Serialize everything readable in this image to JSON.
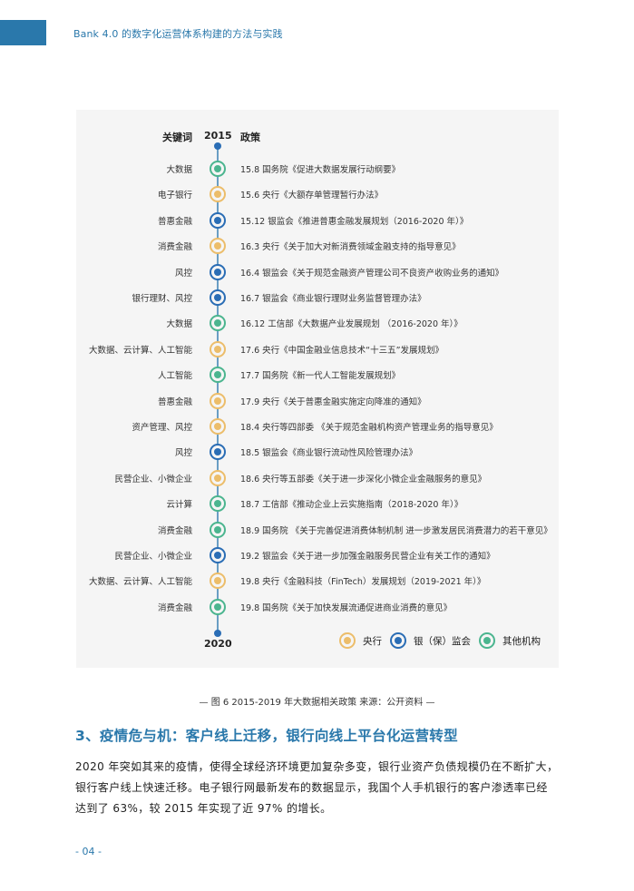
{
  "header": {
    "title": "Bank 4.0 的数字化运营体系构建的方法与实践",
    "accent_color": "#2a78ab"
  },
  "figure": {
    "columns": {
      "keyword": "关键词",
      "start_year": "2015",
      "policy": "政策"
    },
    "end_year": "2020",
    "colors": {
      "pboc": "#ecbd6a",
      "cbrc": "#2a6db5",
      "other": "#4bb58f",
      "line": "#6a9ec4"
    },
    "rows": [
      {
        "keyword": "大数据",
        "issuer": "other",
        "policy": "15.8 国务院《促进大数据发展行动纲要》"
      },
      {
        "keyword": "电子银行",
        "issuer": "pboc",
        "policy": "15.6 央行《大额存单管理暂行办法》"
      },
      {
        "keyword": "普惠金融",
        "issuer": "cbrc",
        "policy": "15.12 银监会《推进普惠金融发展规划（2016-2020 年）》"
      },
      {
        "keyword": "消费金融",
        "issuer": "pboc",
        "policy": "16.3 央行《关于加大对新消费领域金融支持的指导意见》"
      },
      {
        "keyword": "风控",
        "issuer": "cbrc",
        "policy": "16.4 银监会《关于规范金融资产管理公司不良资产收购业务的通知》"
      },
      {
        "keyword": "银行理财、风控",
        "issuer": "cbrc",
        "policy": "16.7 银监会《商业银行理财业务监督管理办法》"
      },
      {
        "keyword": "大数据",
        "issuer": "other",
        "policy": "16.12 工信部《大数据产业发展规划 （2016-2020 年）》"
      },
      {
        "keyword": "大数据、云计算、人工智能",
        "issuer": "pboc",
        "policy": "17.6 央行《中国金融业信息技术“十三五”发展规划》"
      },
      {
        "keyword": "人工智能",
        "issuer": "other",
        "policy": "17.7 国务院《新一代人工智能发展规划》"
      },
      {
        "keyword": "普惠金融",
        "issuer": "pboc",
        "policy": "17.9 央行《关于普惠金融实施定向降准的通知》"
      },
      {
        "keyword": "资产管理、风控",
        "issuer": "pboc",
        "policy": "18.4 央行等四部委 《关于规范金融机构资产管理业务的指导意见》"
      },
      {
        "keyword": "风控",
        "issuer": "cbrc",
        "policy": "18.5 银监会《商业银行流动性风险管理办法》"
      },
      {
        "keyword": "民营企业、小微企业",
        "issuer": "pboc",
        "policy": "18.6 央行等五部委《关于进一步深化小微企业金融服务的意见》"
      },
      {
        "keyword": "云计算",
        "issuer": "other",
        "policy": "18.7 工信部《推动企业上云实施指南（2018-2020 年）》"
      },
      {
        "keyword": "消费金融",
        "issuer": "other",
        "policy": "18.9 国务院 《关于完善促进消费体制机制 进一步激发居民消费潜力的若干意见》"
      },
      {
        "keyword": "民营企业、小微企业",
        "issuer": "cbrc",
        "policy": "19.2 银监会《关于进一步加强金融服务民营企业有关工作的通知》"
      },
      {
        "keyword": "大数据、云计算、人工智能",
        "issuer": "pboc",
        "policy": "19.8 央行《金融科技（FinTech）发展规划（2019-2021 年）》"
      },
      {
        "keyword": "消费金融",
        "issuer": "other",
        "policy": "19.8 国务院《关于加快发展流通促进商业消费的意见》"
      }
    ],
    "legend": [
      {
        "key": "pboc",
        "label": "央行"
      },
      {
        "key": "cbrc",
        "label": "银（保）监会"
      },
      {
        "key": "other",
        "label": "其他机构"
      }
    ],
    "caption": "— 图 6  2015-2019 年大数据相关政策  来源：公开资料 —"
  },
  "section": {
    "title": "3、疫情危与机：客户线上迁移，银行向线上平台化运营转型",
    "paragraph_lines": [
      "2020 年突如其来的疫情，使得全球经济环境更加复杂多变，银行业资产负债规模仍在不断扩大，",
      "银行客户线上快速迁移。电子银行网最新发布的数据显示，我国个人手机银行的客户渗透率已经",
      "达到了 63%，较 2015 年实现了近 97% 的增长。"
    ]
  },
  "footer": {
    "page_number": "- 04 -"
  }
}
